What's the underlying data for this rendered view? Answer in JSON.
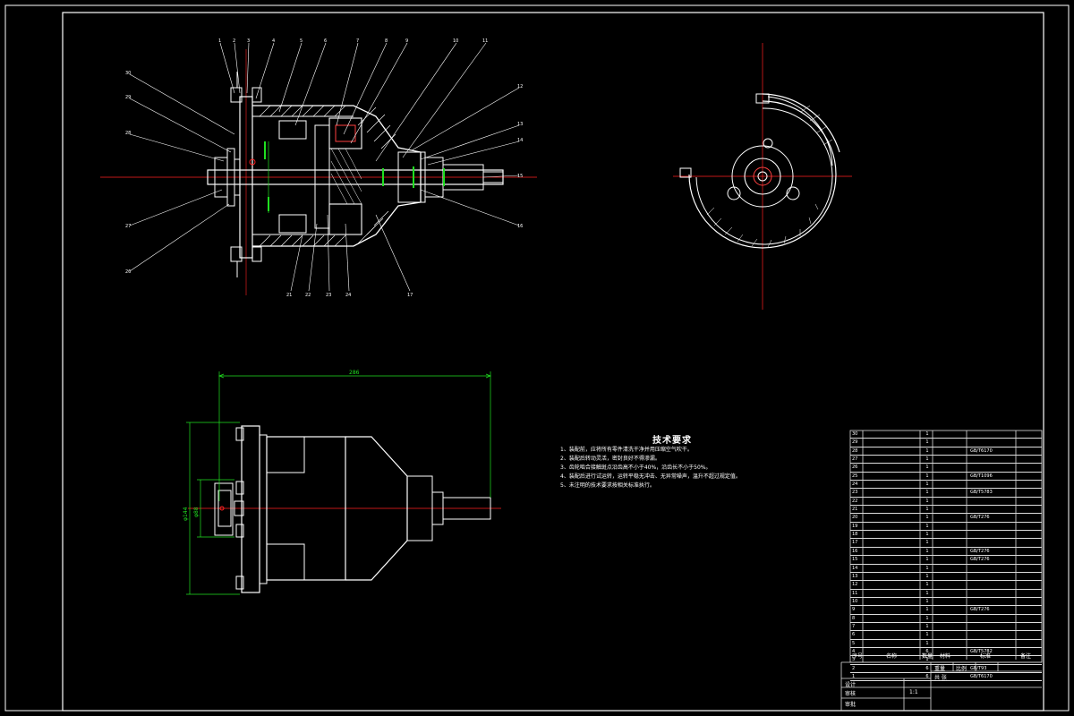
{
  "drawing": {
    "tech_requirements_title": "技术要求",
    "tech_requirements": [
      "1、装配前，应将所有零件清洗干净并用压缩空气吹干。",
      "2、装配后转动灵活，密封良好不得渗漏。",
      "3、齿轮啮合接触斑点沿齿高不小于40%，沿齿长不小于50%。",
      "4、装配后进行试运转，运转平稳无冲击、无异常噪声，温升不超过规定值。",
      "5、未注明的技术要求按相关标准执行。"
    ],
    "overall_length": "286",
    "height_dim_1": "φ144",
    "height_dim_2": "φ88",
    "balloons_top": [
      "1",
      "2",
      "3",
      "4",
      "5",
      "6",
      "7",
      "8",
      "9",
      "10",
      "11"
    ],
    "balloons_left": [
      "30",
      "29",
      "28",
      "27",
      "26"
    ],
    "balloons_right": [
      "12",
      "13",
      "14",
      "15",
      "16"
    ],
    "balloons_bottom": [
      "21",
      "22",
      "23",
      "24",
      "17"
    ]
  },
  "bom": {
    "rows": [
      {
        "no": "30",
        "name": "",
        "qty": "1",
        "material": "",
        "standard": ""
      },
      {
        "no": "29",
        "name": "",
        "qty": "1",
        "material": "",
        "standard": ""
      },
      {
        "no": "28",
        "name": "",
        "qty": "1",
        "material": "",
        "standard": "GB/T6170"
      },
      {
        "no": "27",
        "name": "",
        "qty": "1",
        "material": "",
        "standard": ""
      },
      {
        "no": "26",
        "name": "",
        "qty": "1",
        "material": "",
        "standard": ""
      },
      {
        "no": "25",
        "name": "",
        "qty": "1",
        "material": "",
        "standard": "GB/T1096"
      },
      {
        "no": "24",
        "name": "",
        "qty": "1",
        "material": "",
        "standard": ""
      },
      {
        "no": "23",
        "name": "",
        "qty": "1",
        "material": "",
        "standard": "GB/T5783"
      },
      {
        "no": "22",
        "name": "",
        "qty": "1",
        "material": "",
        "standard": ""
      },
      {
        "no": "21",
        "name": "",
        "qty": "1",
        "material": "",
        "standard": ""
      },
      {
        "no": "20",
        "name": "",
        "qty": "1",
        "material": "",
        "standard": "GB/T276"
      },
      {
        "no": "19",
        "name": "",
        "qty": "1",
        "material": "",
        "standard": ""
      },
      {
        "no": "18",
        "name": "",
        "qty": "1",
        "material": "",
        "standard": ""
      },
      {
        "no": "17",
        "name": "",
        "qty": "1",
        "material": "",
        "standard": ""
      },
      {
        "no": "16",
        "name": "",
        "qty": "1",
        "material": "",
        "standard": "GB/T276"
      },
      {
        "no": "15",
        "name": "",
        "qty": "1",
        "material": "",
        "standard": "GB/T276"
      },
      {
        "no": "14",
        "name": "",
        "qty": "1",
        "material": "",
        "standard": ""
      },
      {
        "no": "13",
        "name": "",
        "qty": "1",
        "material": "",
        "standard": ""
      },
      {
        "no": "12",
        "name": "",
        "qty": "1",
        "material": "",
        "standard": ""
      },
      {
        "no": "11",
        "name": "",
        "qty": "1",
        "material": "",
        "standard": ""
      },
      {
        "no": "10",
        "name": "",
        "qty": "1",
        "material": "",
        "standard": ""
      },
      {
        "no": "9",
        "name": "",
        "qty": "1",
        "material": "",
        "standard": "GB/T276"
      },
      {
        "no": "8",
        "name": "",
        "qty": "1",
        "material": "",
        "standard": ""
      },
      {
        "no": "7",
        "name": "",
        "qty": "1",
        "material": "",
        "standard": ""
      },
      {
        "no": "6",
        "name": "",
        "qty": "1",
        "material": "",
        "standard": ""
      },
      {
        "no": "5",
        "name": "",
        "qty": "1",
        "material": "",
        "standard": ""
      },
      {
        "no": "4",
        "name": "",
        "qty": "6",
        "material": "",
        "standard": "GB/T5782"
      },
      {
        "no": "3",
        "name": "",
        "qty": "1",
        "material": "",
        "standard": ""
      },
      {
        "no": "2",
        "name": "",
        "qty": "6",
        "material": "",
        "standard": "GB/T93"
      },
      {
        "no": "1",
        "name": "",
        "qty": "6",
        "material": "",
        "standard": "GB/T6170"
      }
    ],
    "header": {
      "no": "序号",
      "name": "名称",
      "qty": "数量",
      "material": "材料",
      "standard": "标准",
      "remark": "备注"
    }
  },
  "title_block": {
    "drawing_name": "",
    "scale": "1:1",
    "designer": "设计",
    "checker": "审核",
    "approver": "审批",
    "sheet": "共 张",
    "mass_label": "重量",
    "ratio_label": "比例"
  },
  "colors": {
    "line": "#ffffff",
    "centerline": "#ff2020",
    "dimension": "#20e020",
    "hatch": "#ffffff"
  }
}
